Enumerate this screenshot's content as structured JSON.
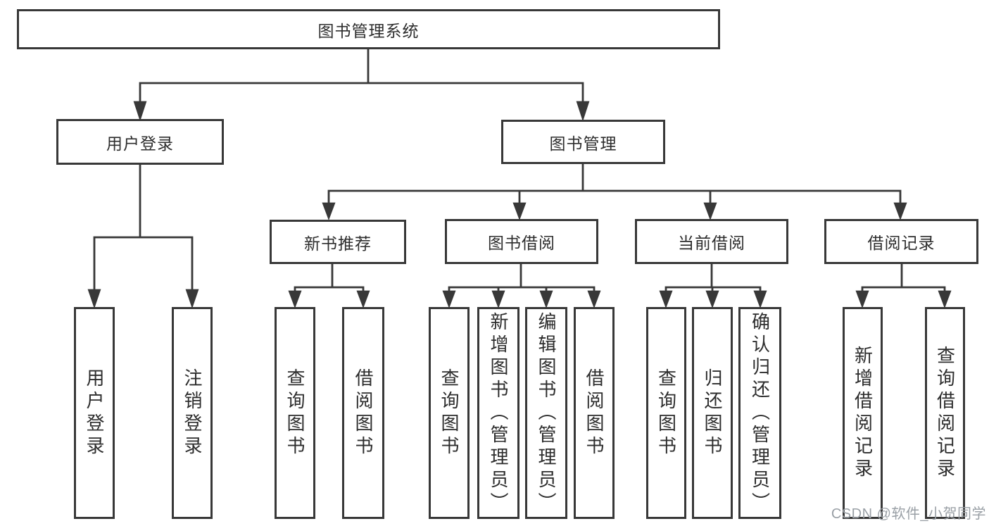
{
  "diagram": {
    "root": {
      "label": "图书管理系统"
    },
    "branches": [
      {
        "label": "用户登录",
        "children": [
          {
            "label": "用户登录"
          },
          {
            "label": "注销登录"
          }
        ]
      },
      {
        "label": "图书管理",
        "children": [
          {
            "label": "新书推荐",
            "children": [
              {
                "label": "查询图书"
              },
              {
                "label": "借阅图书"
              }
            ]
          },
          {
            "label": "图书借阅",
            "children": [
              {
                "label": "查询图书"
              },
              {
                "label": "新增图书（管理员）"
              },
              {
                "label": "编辑图书（管理员）"
              },
              {
                "label": "借阅图书"
              }
            ]
          },
          {
            "label": "当前借阅",
            "children": [
              {
                "label": "查询图书"
              },
              {
                "label": "归还图书"
              },
              {
                "label": "确认归还（管理员）"
              }
            ]
          },
          {
            "label": "借阅记录",
            "children": [
              {
                "label": "新增借阅记录"
              },
              {
                "label": "查询借阅记录"
              }
            ]
          }
        ]
      }
    ]
  },
  "watermark": {
    "text": "CSDN @软件_小贺同学"
  },
  "colors": {
    "line": "#383838",
    "text": "#2d2d2d",
    "watermark": "#9aa0a6",
    "background": "#ffffff"
  }
}
